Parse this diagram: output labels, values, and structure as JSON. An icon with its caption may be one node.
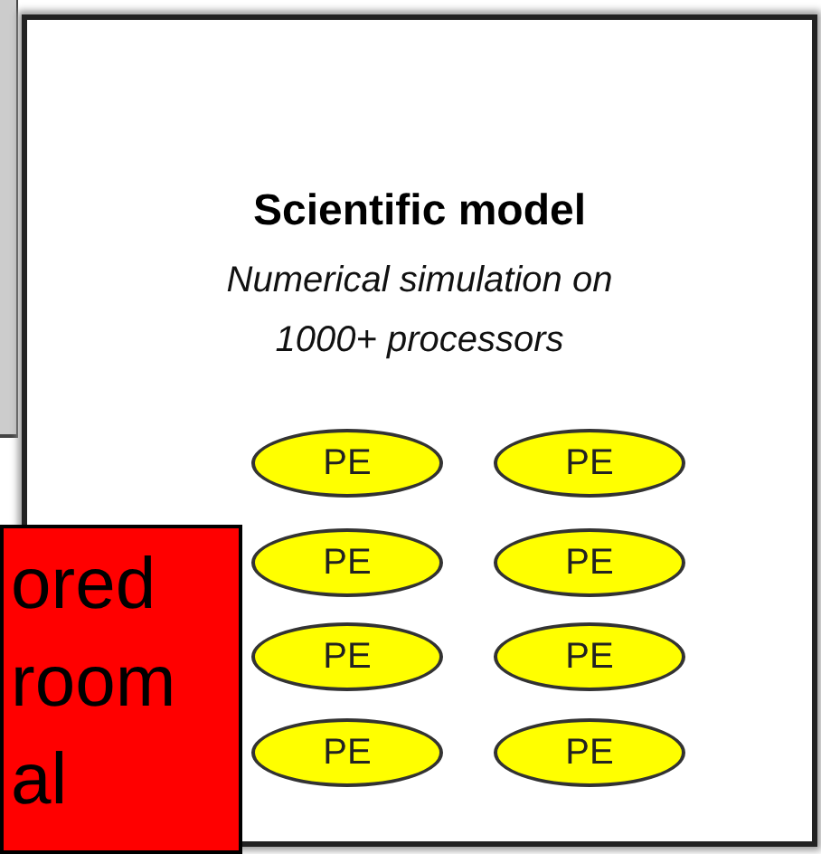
{
  "diagram": {
    "nodes": [
      {
        "text": [
          "Scientific model",
          "Numerical simulation on 1000+ processors"
        ]
      },
      {
        "text": [
          "PE"
        ],
        "in": 0
      },
      {
        "text": [
          "PE"
        ],
        "in": 0
      },
      {
        "text": [
          "PE"
        ],
        "in": 0
      },
      {
        "text": [
          "PE"
        ],
        "in": 0
      },
      {
        "text": [
          "PE"
        ],
        "in": 0
      },
      {
        "text": [
          "PE"
        ],
        "in": 0
      },
      {
        "text": [
          "PE"
        ],
        "in": 0
      },
      {
        "text": [
          "PE"
        ],
        "in": 0
      },
      {
        "text": [
          "ored room al"
        ]
      }
    ]
  }
}
